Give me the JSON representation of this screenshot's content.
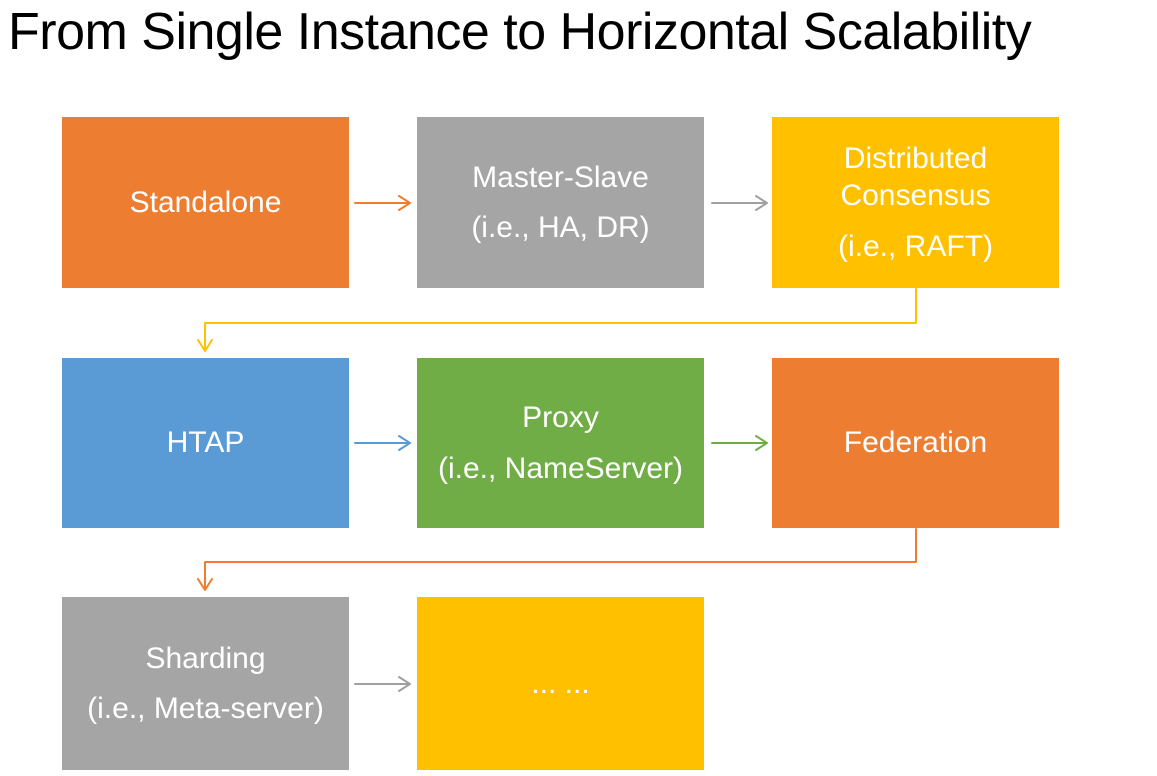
{
  "title": "From Single Instance to Horizontal Scalability",
  "diagram": {
    "background_color": "#FFFFFF",
    "title_color": "#000000",
    "box_text_color": "#FFFFFF",
    "boxes": [
      {
        "id": "standalone",
        "label": "Standalone",
        "color": "#ED7D31"
      },
      {
        "id": "master-slave",
        "label": "Master-Slave",
        "sublabel": "(i.e., HA, DR)",
        "color": "#A5A5A5"
      },
      {
        "id": "distributed-consensus",
        "label": "Distributed Consensus",
        "sublabel": "(i.e., RAFT)",
        "color": "#FFC000"
      },
      {
        "id": "htap",
        "label": "HTAP",
        "color": "#5B9BD5"
      },
      {
        "id": "proxy",
        "label": "Proxy",
        "sublabel": "(i.e., NameServer)",
        "color": "#70AD47"
      },
      {
        "id": "federation",
        "label": "Federation",
        "color": "#ED7D31"
      },
      {
        "id": "sharding",
        "label": "Sharding",
        "sublabel": "(i.e., Meta-server)",
        "color": "#A5A5A5"
      },
      {
        "id": "more",
        "label": "... ...",
        "color": "#FFC000"
      }
    ],
    "connectors": [
      {
        "from": "standalone",
        "to": "master-slave",
        "shape": "straight",
        "color": "#ED7D31"
      },
      {
        "from": "master-slave",
        "to": "distributed-consensus",
        "shape": "straight",
        "color": "#A0A0A0"
      },
      {
        "from": "distributed-consensus",
        "to": "htap",
        "shape": "elbow",
        "color": "#FFC000"
      },
      {
        "from": "htap",
        "to": "proxy",
        "shape": "straight",
        "color": "#5B9BD5"
      },
      {
        "from": "proxy",
        "to": "federation",
        "shape": "straight",
        "color": "#70AD47"
      },
      {
        "from": "federation",
        "to": "sharding",
        "shape": "elbow",
        "color": "#ED7D31"
      },
      {
        "from": "sharding",
        "to": "more",
        "shape": "straight",
        "color": "#A0A0A0"
      }
    ]
  }
}
